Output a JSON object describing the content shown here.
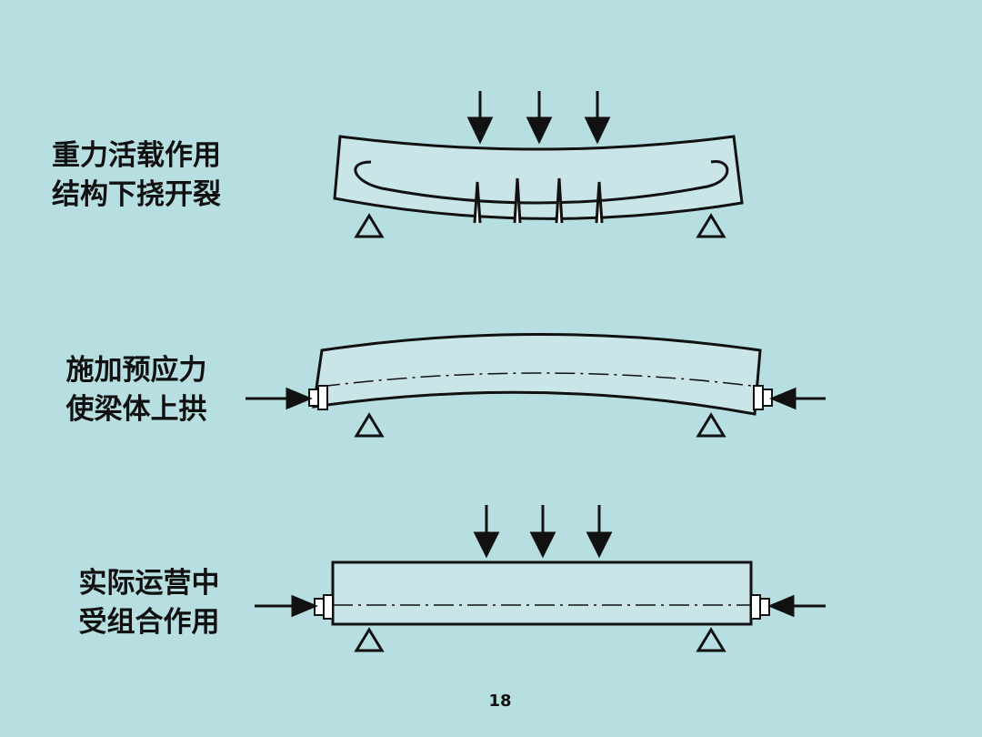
{
  "slide": {
    "background": "#b7dfe2",
    "beam_fill": "#c9e5e8",
    "page_number": "18"
  },
  "diagrams": [
    {
      "label_line1": "重力活载作用",
      "label_line2": "结构下挠开裂",
      "state": "sagging-cracked",
      "vertical_loads": 3,
      "horizontal_prestress": false
    },
    {
      "label_line1": "施加预应力",
      "label_line2": "使梁体上拱",
      "state": "cambered-upward",
      "vertical_loads": 0,
      "horizontal_prestress": true
    },
    {
      "label_line1": "实际运营中",
      "label_line2": "受组合作用",
      "state": "straight-combined",
      "vertical_loads": 3,
      "horizontal_prestress": true
    }
  ]
}
